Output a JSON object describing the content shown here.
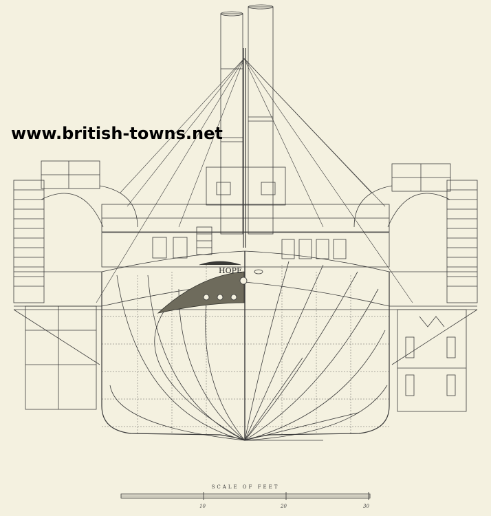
{
  "watermark": "www.british-towns.net",
  "ship_name": "HOPE",
  "scale": {
    "title": "SCALE OF FEET",
    "ticks": [
      "10",
      "20",
      "30"
    ]
  },
  "colors": {
    "paper": "#f4f1e0",
    "ink": "#3a3a3a",
    "ornament": "#4a4a40"
  }
}
